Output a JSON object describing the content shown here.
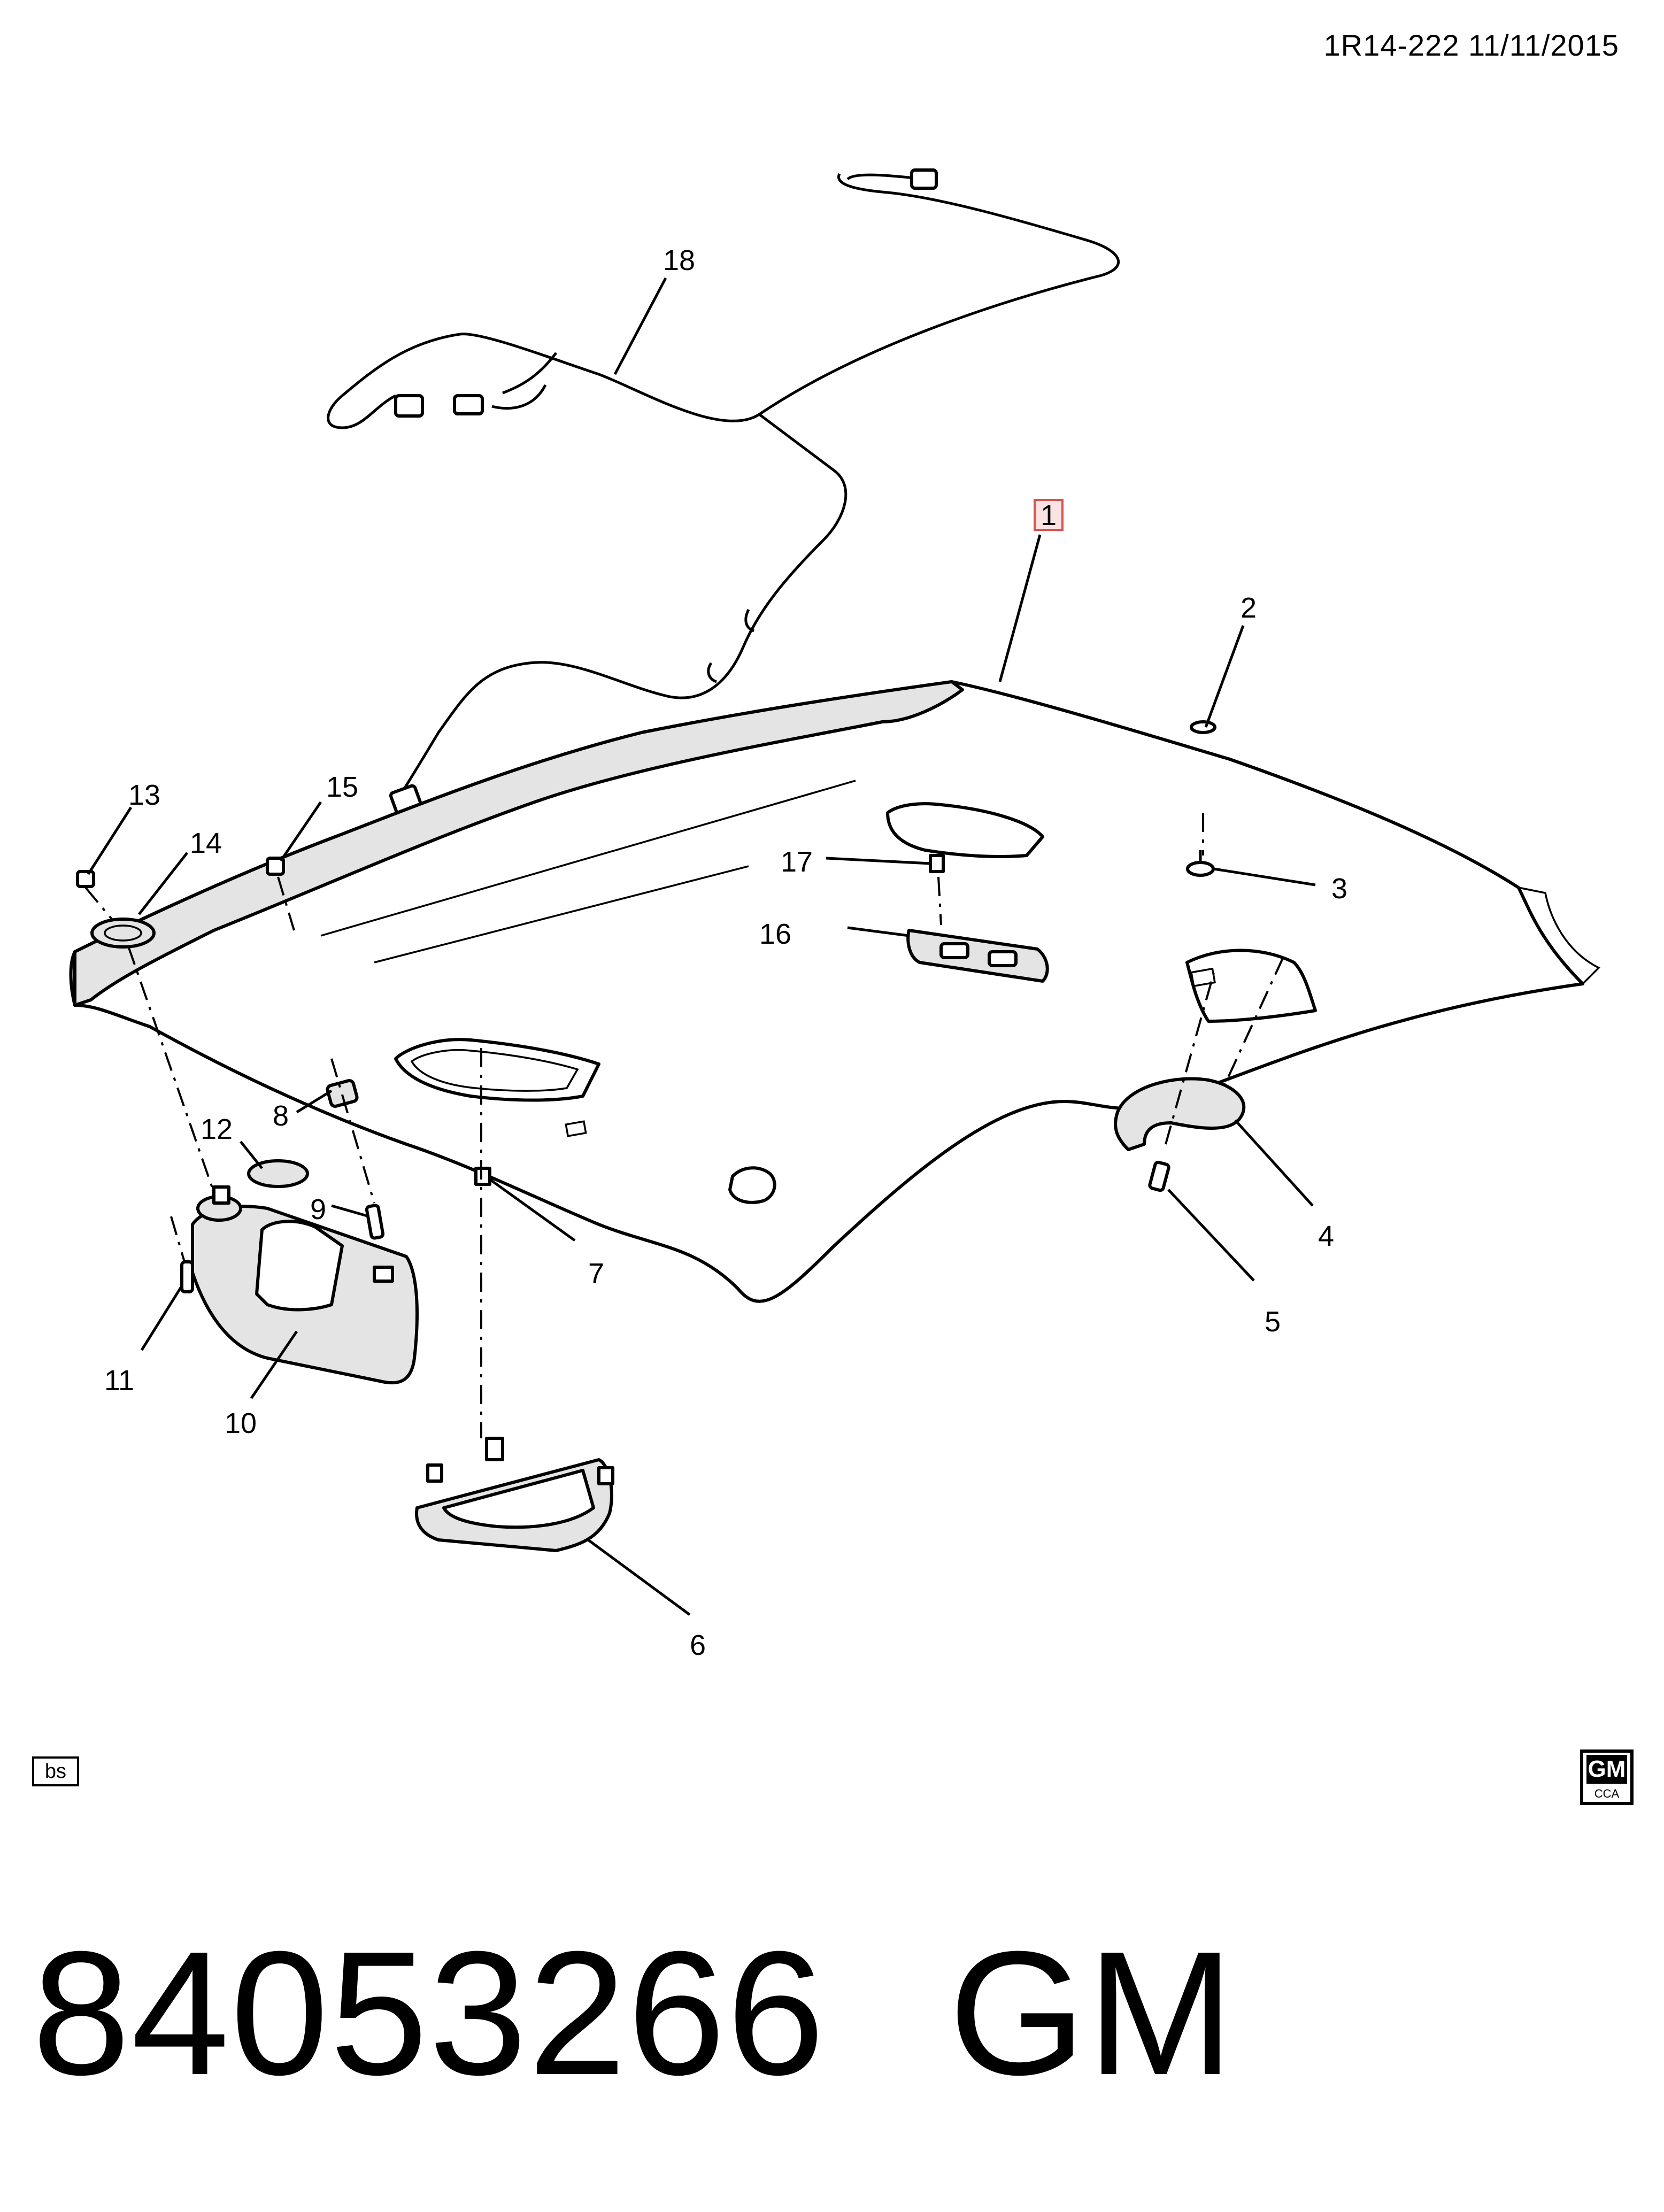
{
  "header": {
    "reference": "1R14-222  11/11/2015"
  },
  "callouts": {
    "c1": "1",
    "c2": "2",
    "c3": "3",
    "c4": "4",
    "c5": "5",
    "c6": "6",
    "c7": "7",
    "c8": "8",
    "c9": "9",
    "c10": "10",
    "c11": "11",
    "c12": "12",
    "c13": "13",
    "c14": "14",
    "c15": "15",
    "c16": "16",
    "c17": "17",
    "c18": "18"
  },
  "footer": {
    "bs_label": "bs",
    "logo_top": "GM",
    "logo_bottom": "CCA",
    "part_number": "84053266",
    "brand": "GM"
  },
  "colors": {
    "highlight_box": "#d9534f",
    "ink": "#000000"
  }
}
